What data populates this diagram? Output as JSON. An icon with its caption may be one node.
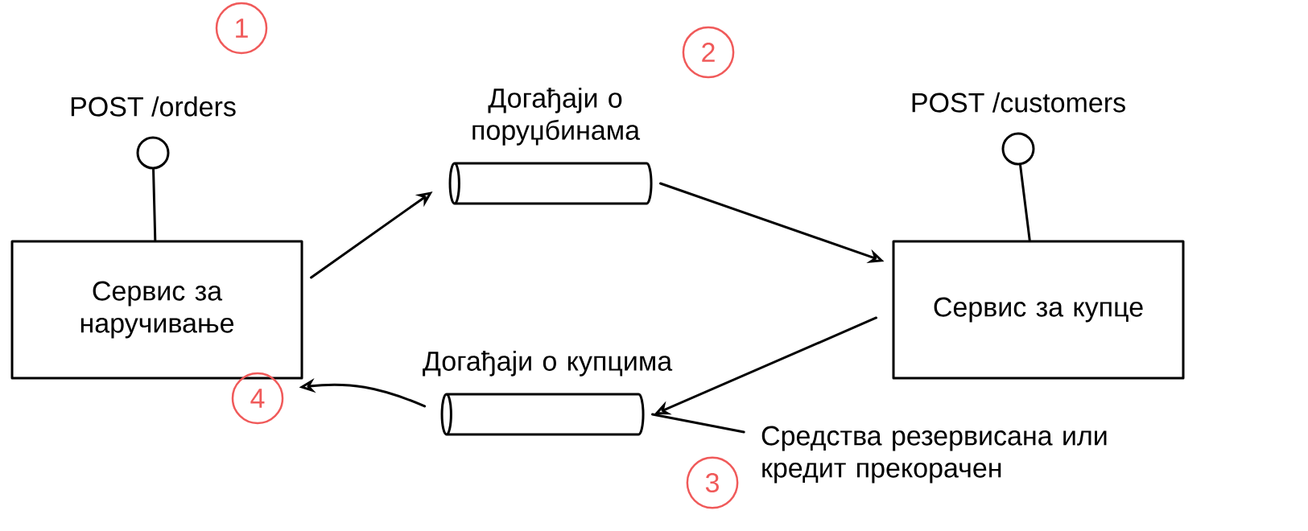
{
  "diagram": {
    "nodes": [
      {
        "text": [
          "Сервис за наручивање"
        ]
      },
      {
        "text": [
          "Сервис за купце"
        ]
      },
      {
        "text": [
          "Догађаји о поруџбинама"
        ]
      },
      {
        "text": [
          "Догађаји о купцима"
        ]
      },
      {
        "text": [
          "POST /orders"
        ]
      },
      {
        "text": [
          "POST /customers"
        ]
      },
      {
        "text": [
          "Средства резервисана или кредит прекорачен"
        ]
      }
    ],
    "edges": [
      {
        "from": 0,
        "to": 2,
        "arrow": "to"
      },
      {
        "from": 2,
        "to": 1,
        "arrow": "to"
      },
      {
        "from": 1,
        "to": 3,
        "arrow": "to"
      },
      {
        "from": 3,
        "to": 0,
        "arrow": "to"
      },
      {
        "from": 4,
        "to": 0,
        "arrow": "none"
      },
      {
        "from": 5,
        "to": 1,
        "arrow": "none"
      },
      {
        "from": 6,
        "to": 3,
        "arrow": "none"
      }
    ],
    "labels": [
      "1",
      "2",
      "3",
      "4"
    ]
  }
}
